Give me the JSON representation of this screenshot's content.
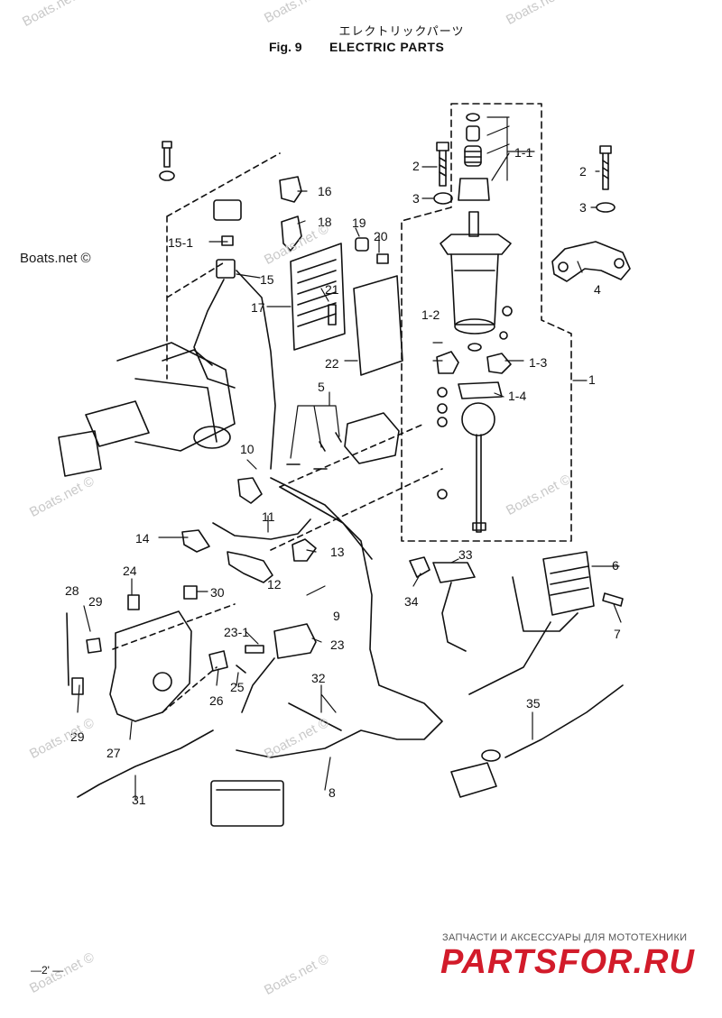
{
  "header": {
    "title_jp": "エレクトリックパーツ",
    "fig_label": "Fig. 9",
    "title_en": "ELECTRIC PARTS"
  },
  "callouts": [
    "1",
    "1-1",
    "1-2",
    "1-3",
    "1-4",
    "2",
    "2",
    "3",
    "3",
    "4",
    "5",
    "6",
    "7",
    "8",
    "9",
    "10",
    "11",
    "12",
    "13",
    "14",
    "15",
    "15-1",
    "16",
    "17",
    "18",
    "19",
    "20",
    "21",
    "22",
    "23",
    "23-1",
    "24",
    "25",
    "26",
    "27",
    "28",
    "29",
    "29",
    "30",
    "31",
    "32",
    "33",
    "34",
    "35"
  ],
  "watermarks": {
    "faded": [
      "Boats.net ©",
      "Boats.net ©",
      "Boats.net ©",
      "Boats.net ©",
      "Boats.net ©",
      "Boats.net ©",
      "Boats.net ©",
      "Boats.net ©",
      "Boats.net ©",
      "Boats.net ©"
    ],
    "solid": "Boats.net ©"
  },
  "promo": {
    "tagline": "ЗАПЧАСТИ И АКСЕССУАРЫ ДЛЯ МОТОТЕХНИКИ",
    "brand": "PARTSFOR.RU",
    "brand_color": "#d21b2a"
  },
  "page_number": "—2' —"
}
